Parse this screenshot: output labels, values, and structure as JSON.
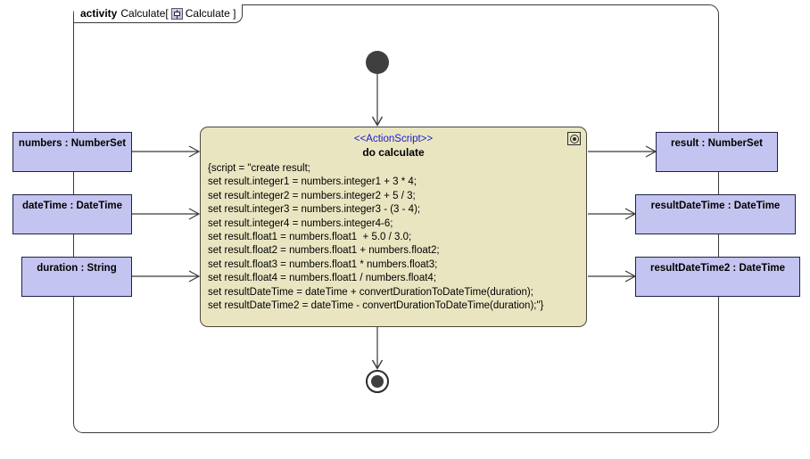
{
  "frame": {
    "keyword": "activity",
    "name": "Calculate[",
    "icon": "activity-diagram-icon",
    "inner_name": "Calculate ]"
  },
  "action": {
    "stereotype": "<<ActionScript>>",
    "name": "do calculate",
    "behavior_icon": "behavior-gear-icon",
    "script_lines": [
      "{script = \"create result;",
      "set result.integer1 = numbers.integer1 + 3 * 4;",
      "set result.integer2 = numbers.integer2 + 5 / 3;",
      "set result.integer3 = numbers.integer3 - (3 - 4);",
      "set result.integer4 = numbers.integer4-6;",
      "set result.float1 = numbers.float1  + 5.0 / 3.0;",
      "set result.float2 = numbers.float1 + numbers.float2;",
      "set result.float3 = numbers.float1 * numbers.float3;",
      "set result.float4 = numbers.float1 / numbers.float4;",
      "set resultDateTime = dateTime + convertDurationToDateTime(duration);",
      "set resultDateTime2 = dateTime - convertDurationToDateTime(duration);\"}"
    ]
  },
  "inputs": [
    {
      "label": "numbers : NumberSet"
    },
    {
      "label": "dateTime : DateTime"
    },
    {
      "label": "duration : String"
    }
  ],
  "outputs": [
    {
      "label": "result : NumberSet"
    },
    {
      "label": "resultDateTime : DateTime"
    },
    {
      "label": "resultDateTime2 : DateTime"
    }
  ],
  "nodes": {
    "initial": "initial-node",
    "final": "activity-final-node"
  },
  "colors": {
    "parameter_fill": "#c4c4f0",
    "parameter_border": "#20204a",
    "action_fill": "#e9e5c1",
    "action_border": "#4a4a3a",
    "stereotype_text": "#1a1ad0",
    "edge": "#3a3a3a",
    "node_fill": "#3f3f3f"
  }
}
